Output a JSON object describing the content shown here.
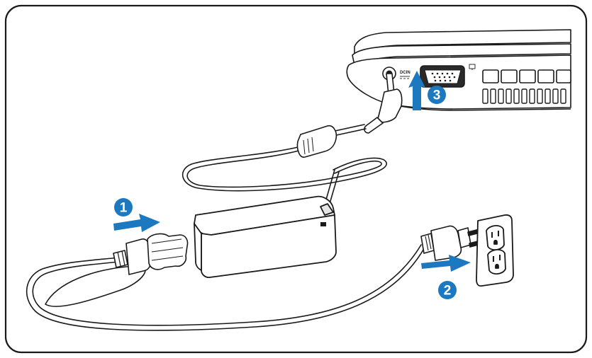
{
  "diagram": {
    "accent_color": "#1c79c0",
    "line_color": "#1a1a1a",
    "steps": [
      {
        "number": "1",
        "icon": "arrow-right-icon"
      },
      {
        "number": "2",
        "icon": "arrow-right-icon"
      },
      {
        "number": "3",
        "icon": "arrow-up-icon"
      }
    ],
    "port_label": "DCIN",
    "items": [
      "laptop",
      "dc-plug",
      "power-adapter",
      "ac-power-cord",
      "ac-plug",
      "wall-outlet"
    ]
  }
}
